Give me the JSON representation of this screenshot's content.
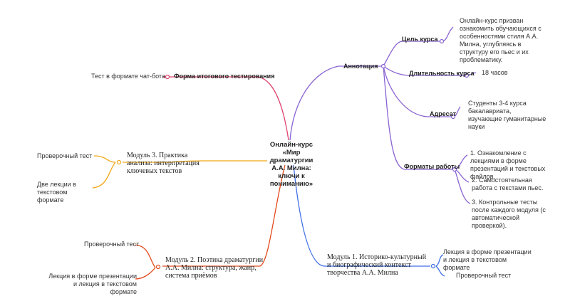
{
  "colors": {
    "annotation": "#8a63d2",
    "test": "#e0456e",
    "module3": "#f0a814",
    "module2": "#e44a1c",
    "module1": "#3f6ee6"
  },
  "root": "Онлайн-курс «Мир драматургии А.А. Милна: ключи к пониманию»",
  "annotation": {
    "label": "Аннотация",
    "goal": {
      "label": "Цель курса",
      "text": "Онлайн-курс призван ознакомить обучающихся с особенностями стиля А.А. Милна, углубляясь в структуру его пьес и их проблематику."
    },
    "duration": {
      "label": "Длительность курса",
      "text": "18 часов"
    },
    "audience": {
      "label": "Адресат",
      "text": "Студенты 3-4 курса бакалавриата, изучающие гуманитарные науки"
    },
    "formats": {
      "label": "Форматы работы",
      "items": [
        "1. Ознакомление с лекциями в форме презентаций и текстовых файлов.",
        "2. Самостоятельная работа с текстами пьес.",
        "3. Контрольные тесты после каждого модуля (с автоматической проверкой)."
      ]
    }
  },
  "final_test": {
    "label": "Форма итогового тестирования",
    "text": "Тест в формате чат-бота"
  },
  "module3": {
    "label": "Модуль 3. Практика анализа: интерпретация ключевых текстов",
    "items": [
      "Проверочный тест",
      "Две лекции в текстовом формате"
    ]
  },
  "module2": {
    "label": "Модуль 2. Поэтика драматургии А.А. Милна: структура, жанр, система приёмов",
    "items": [
      "Проверочный тест",
      "Лекция в форме презентации и лекция в текстовом формате"
    ]
  },
  "module1": {
    "label": "Модуль 1. Историко-культурный и биографический контекст творчества А.А. Милна",
    "items": [
      "Лекция в форме презентации и лекция в текстовом формате",
      "Проверочный тест"
    ]
  }
}
